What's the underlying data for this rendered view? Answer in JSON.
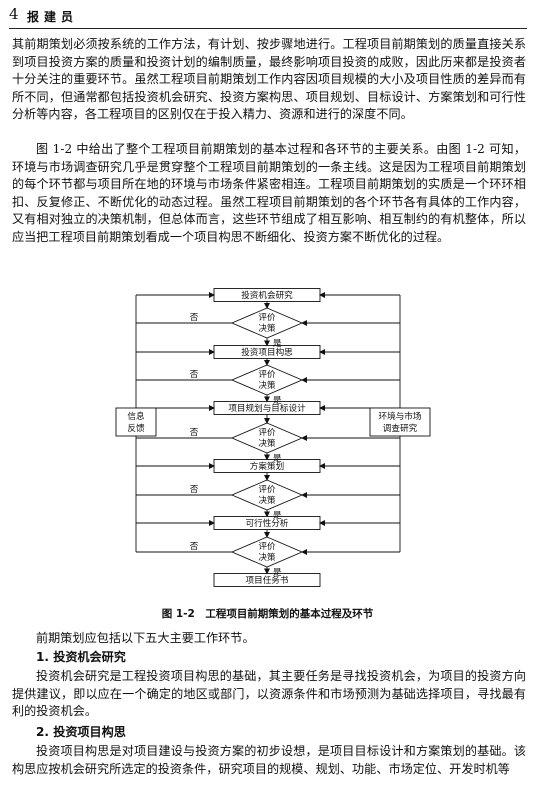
{
  "header": {
    "page_number": "4",
    "title": "报建员"
  },
  "paragraphs": {
    "p1": "其前期策划必须按系统的工作方法，有计划、按步骤地进行。工程项目前期策划的质量直接关系到项目投资方案的质量和投资计划的编制质量，最终影响项目投资的成败，因此历来都是投资者十分关注的重要环节。虽然工程项目前期策划工作内容因项目规模的大小及项目性质的差异而有所不同，但通常都包括投资机会研究、投资方案构思、项目规划、目标设计、方案策划和可行性分析等内容，各工程项目的区别仅在于投入精力、资源和进行的深度不同。",
    "p2": "图 1-2 中给出了整个工程项目前期策划的基本过程和各环节的主要关系。由图 1-2 可知，环境与市场调查研究几乎是贯穿整个工程项目前期策划的一条主线。这是因为工程项目前期策划的每个环节都与项目所在地的环境与市场条件紧密相连。工程项目前期策划的实质是一个环环相扣、反复修正、不断优化的动态过程。虽然工程项目前期策划的各个环节各有具体的工作内容，又有相对独立的决策机制，但总体而言，这些环节组成了相互影响、相互制约的有机整体，所以应当把工程项目前期策划看成一个项目构思不断细化、投资方案不断优化的过程。",
    "p3": "前期策划应包括以下五大主要工作环节。",
    "h1": "1. 投资机会研究",
    "p4": "投资机会研究是工程投资项目构思的基础，其主要任务是寻找投资机会，为项目的投资方向提供建议，即以应在一个确定的地区或部门，以资源条件和市场预测为基础选择项目，寻找最有利的投资机会。",
    "h2": "2. 投资项目构思",
    "p5": "投资项目构思是对项目建设与投资方案的初步设想，是项目目标设计和方案策划的基础。该构思应按机会研究所选定的投资条件，研究项目的规模、规划、功能、市场定位、开发时机等"
  },
  "figure": {
    "caption": "图 1-2　工程项目前期策划的基本过程及环节",
    "stages": [
      "投资机会研究",
      "投资项目构思",
      "项目规划与目标设计",
      "方案策划",
      "可行性分析",
      "项目任务书"
    ],
    "decision_line1": "评价",
    "decision_line2": "决策",
    "no_label": "否",
    "yes_label": "是",
    "side_left_line1": "信息",
    "side_left_line2": "反馈",
    "side_right_line1": "环境与市场",
    "side_right_line2": "调查研究"
  }
}
